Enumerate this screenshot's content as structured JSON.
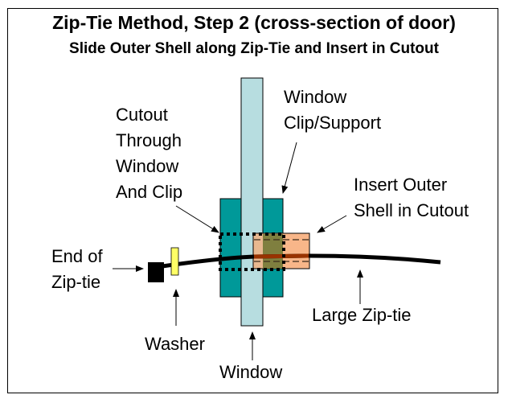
{
  "title": "Zip-Tie Method, Step 2 (cross-section of door)",
  "subtitle": "Slide Outer Shell along Zip-Tie and Insert in Cutout",
  "labels": {
    "cutout": [
      "Cutout",
      "Through",
      "Window",
      "And Clip"
    ],
    "window_clip": [
      "Window",
      "Clip/Support"
    ],
    "insert_shell": [
      "Insert Outer",
      "Shell in Cutout"
    ],
    "end_of_ziptie": [
      "End of",
      "Zip-tie"
    ],
    "washer": "Washer",
    "window": "Window",
    "large_ziptie": "Large Zip-tie"
  },
  "colors": {
    "window_glass": "#B7DDE0",
    "clip": "#009999",
    "outer_shell": "#F8B689",
    "shell_overlap": "#7F7F3F",
    "ziptie": "#000000",
    "ziptie_in_shell": "#993300",
    "washer": "#FFFF66",
    "end_block": "#000000"
  }
}
